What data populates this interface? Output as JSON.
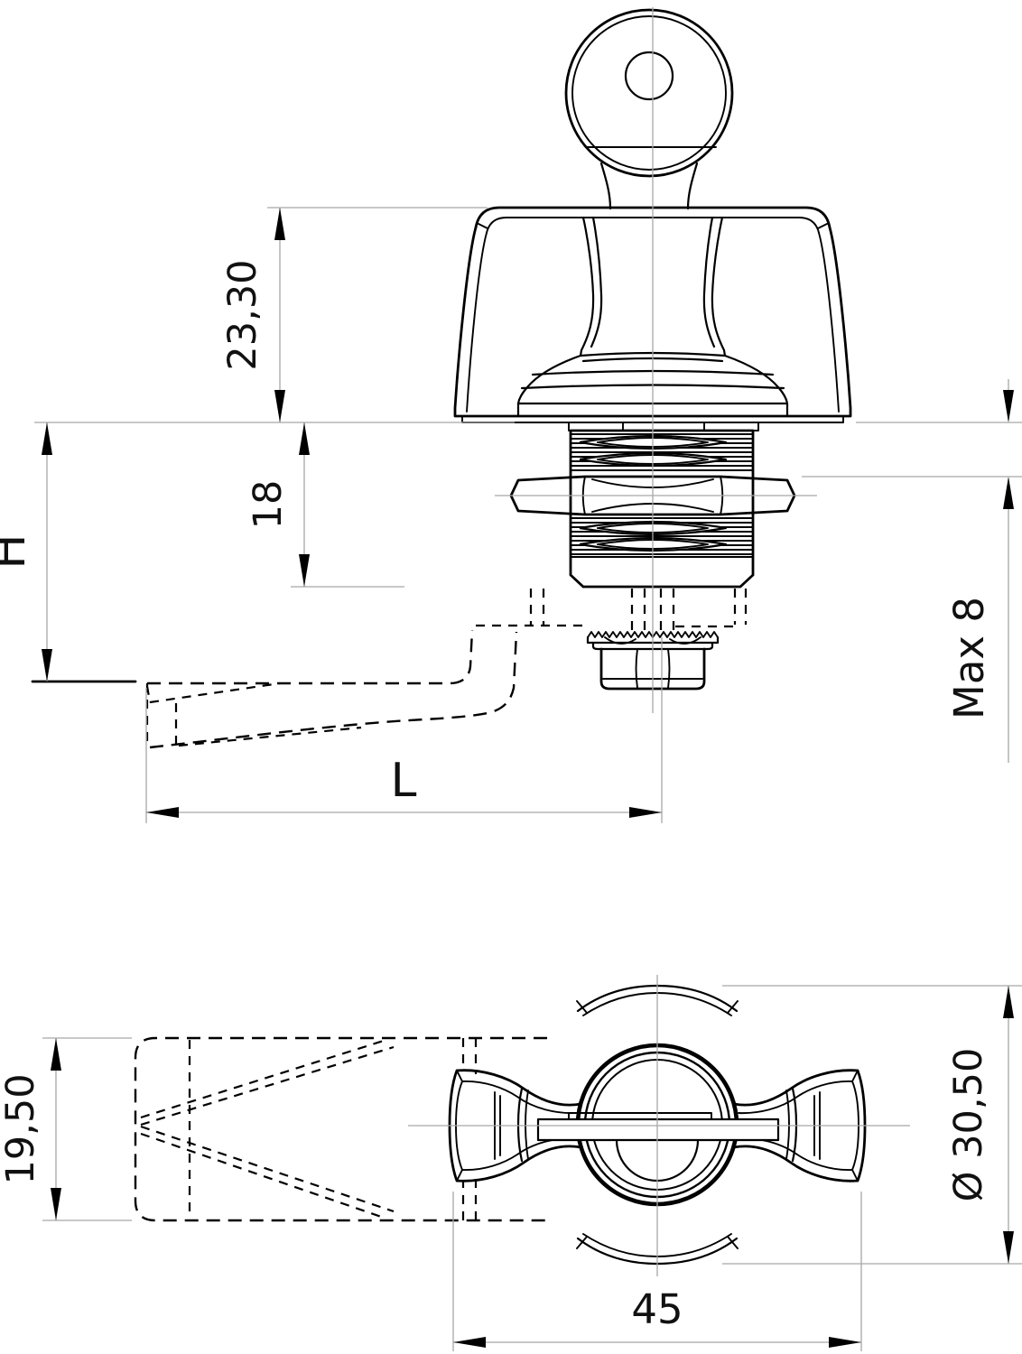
{
  "colors": {
    "background": "#ffffff",
    "line": "#000000",
    "thin_line": "#a8a8a8",
    "text": "#111111"
  },
  "dimensions": {
    "knob_height": {
      "label": "23,30"
    },
    "thread_length": {
      "label": "18"
    },
    "grip_height": {
      "label": "H"
    },
    "max_panel": {
      "label": "Max 8"
    },
    "cam_length": {
      "label": "L"
    },
    "cam_width": {
      "label": "19,50"
    },
    "bezel_diameter": {
      "label": "Ø 30,50"
    },
    "knob_width": {
      "label": "45"
    }
  }
}
